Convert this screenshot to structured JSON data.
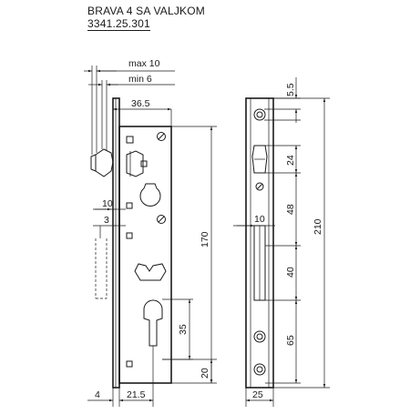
{
  "header": {
    "title": "BRAVA 4 SA VALJKOM",
    "code": "3341.25.301"
  },
  "dimensions": {
    "max": "max  10",
    "min": "min  6",
    "backset": "36.5",
    "d10_left": "10",
    "d3": "3",
    "h170": "170",
    "h35": "35",
    "h20": "20",
    "b4": "4",
    "b21": "21.5",
    "r55": "5.5",
    "r24": "24",
    "r48": "48",
    "r40": "40",
    "r65": "65",
    "r210": "210",
    "r10": "10",
    "r25": "25"
  },
  "colors": {
    "ink": "#1a1a1a",
    "paper": "#ffffff"
  }
}
